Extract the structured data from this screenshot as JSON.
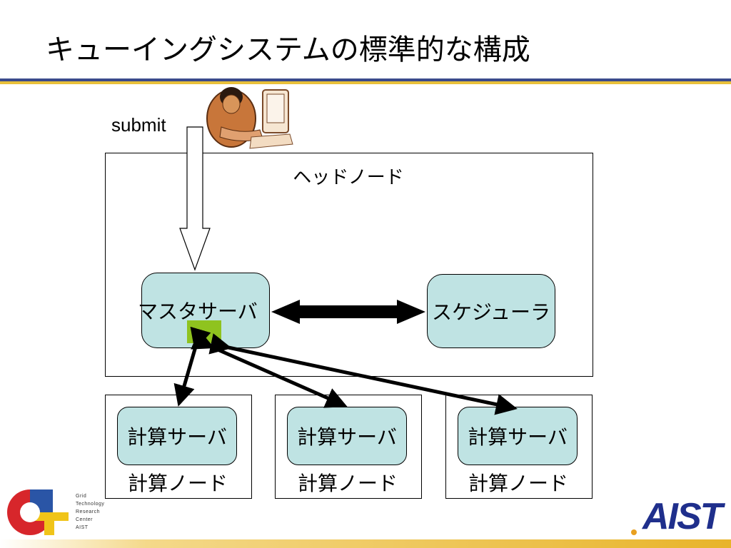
{
  "slide": {
    "title": "キューイングシステムの標準的な構成"
  },
  "diagram": {
    "submit_label": "submit",
    "head_node_label": "ヘッドノード",
    "master_server_label": "マスタサーバ",
    "scheduler_label": "スケジューラ",
    "compute_nodes": [
      {
        "server_label": "計算サーバ",
        "node_label": "計算ノード"
      },
      {
        "server_label": "計算サーバ",
        "node_label": "計算ノード"
      },
      {
        "server_label": "計算サーバ",
        "node_label": "計算ノード"
      }
    ],
    "colors": {
      "server_fill": "#bfe3e3",
      "job_fill": "#8fc31f",
      "rule_blue": "#3a4a8c",
      "rule_gold": "#e8c03a"
    }
  },
  "logos": {
    "gt_lines": [
      "Grid",
      "Technology",
      "Research",
      "Center",
      "AIST"
    ],
    "aist": "AIST"
  }
}
